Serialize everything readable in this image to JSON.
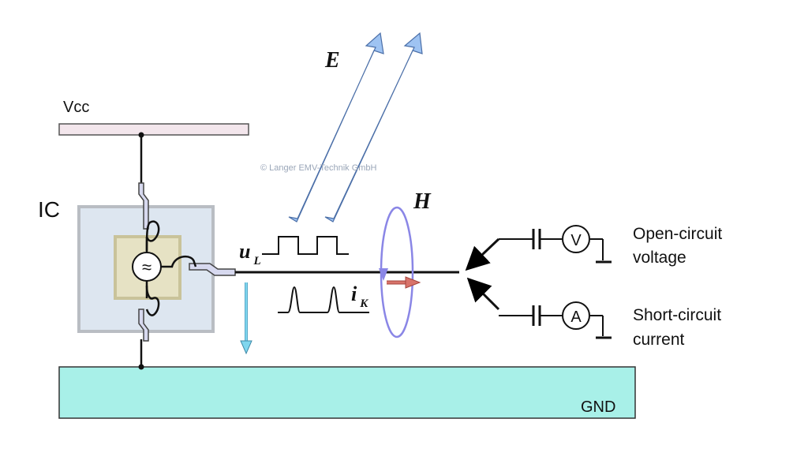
{
  "labels": {
    "vcc": "Vcc",
    "ic": "IC",
    "gnd": "GND",
    "e_field": "E",
    "h_field": "H",
    "u_main": "u",
    "u_sub": "L",
    "i_main": "i",
    "i_sub": "K",
    "open_circuit_line1": "Open-circuit",
    "open_circuit_line2": "voltage",
    "short_circuit_line1": "Short-circuit",
    "short_circuit_line2": "current",
    "voltmeter": "V",
    "ammeter": "A",
    "source_symbol": "≈",
    "watermark": "© Langer EMV-Technik GmbH"
  },
  "colors": {
    "vcc_rail": "#f3e6ec",
    "gnd_plane": "#a8f0e8",
    "ic_package": "#dde6f0",
    "ic_border": "#b9bdc3",
    "die": "#e6e2c4",
    "die_border": "#c9c39a",
    "e_arrow": "#9ec3f2",
    "h_loop": "#8a86e6",
    "current_arrow": "#d8736a",
    "down_arrow": "#7fd6ee"
  },
  "icons": {
    "voltmeter": "voltmeter-icon",
    "ammeter": "ammeter-icon",
    "source": "ac-source-icon"
  }
}
